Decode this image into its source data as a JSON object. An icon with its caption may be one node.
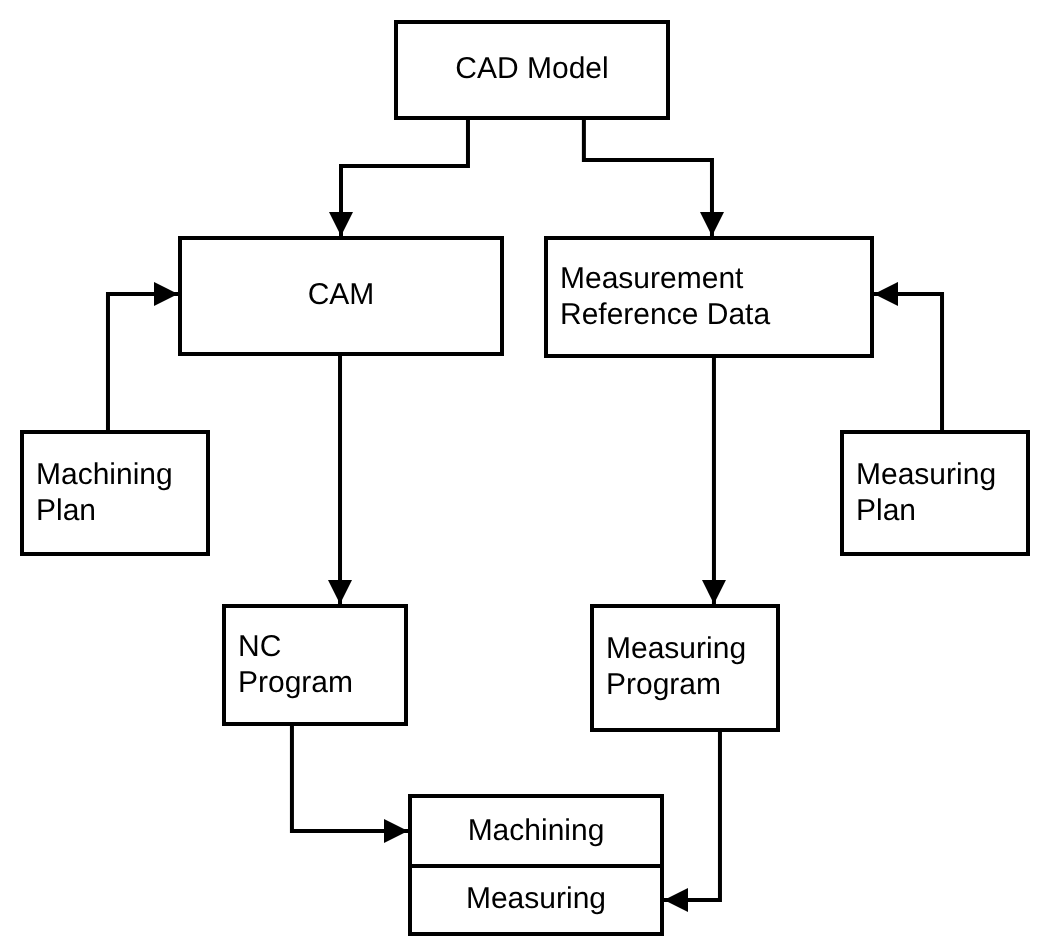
{
  "diagram": {
    "nodes": [
      {
        "text": [
          "CAD Model"
        ]
      },
      {
        "text": [
          "CAM"
        ]
      },
      {
        "text": [
          "Measurement Reference Data"
        ]
      },
      {
        "text": [
          "Machining Plan"
        ]
      },
      {
        "text": [
          "Measuring Plan"
        ]
      },
      {
        "text": [
          "NC Program"
        ]
      },
      {
        "text": [
          "Measuring Program"
        ]
      },
      {
        "text": [
          "Machining"
        ]
      },
      {
        "text": [
          "Measuring"
        ]
      }
    ],
    "edges": [
      {
        "from": 0,
        "to": 1,
        "arrow": "to"
      },
      {
        "from": 0,
        "to": 2,
        "arrow": "to"
      },
      {
        "from": 3,
        "to": 1,
        "arrow": "to"
      },
      {
        "from": 4,
        "to": 2,
        "arrow": "to"
      },
      {
        "from": 1,
        "to": 5,
        "arrow": "to"
      },
      {
        "from": 2,
        "to": 6,
        "arrow": "to"
      },
      {
        "from": 5,
        "to": 7,
        "arrow": "to"
      },
      {
        "from": 6,
        "to": 8,
        "arrow": "to"
      }
    ]
  }
}
